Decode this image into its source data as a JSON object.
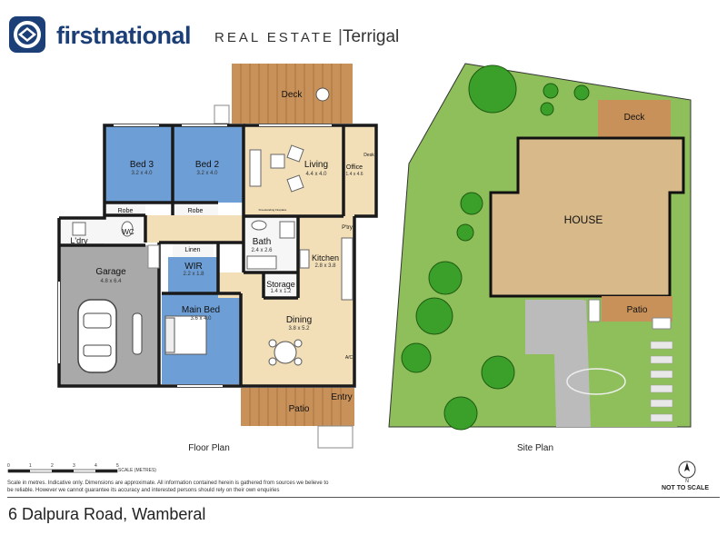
{
  "header": {
    "brand_first": "first",
    "brand_second": "national",
    "tagline": "REAL ESTATE",
    "office": "Terrigal",
    "brand_color": "#1c3f77"
  },
  "floor_plan": {
    "caption": "Floor Plan",
    "rooms": {
      "deck": "Deck",
      "bed3": "Bed 3",
      "bed3_dim": "3.2 x 4.0",
      "bed2": "Bed 2",
      "bed2_dim": "3.2 x 4.0",
      "living": "Living",
      "living_dim": "4.4 x 4.0",
      "office": "Office",
      "office_dim": "1.4 x 4.6",
      "desk": "Desk",
      "robe1": "Robe",
      "robe2": "Robe",
      "ldry": "L'dry",
      "wc": "WC",
      "linen": "Linen",
      "bath": "Bath",
      "bath_dim": "2.4 x 2.6",
      "kitchen": "Kitchen",
      "kitchen_dim": "2.8 x 3.8",
      "pty": "P'try",
      "garage": "Garage",
      "garage_dim": "4.8 x 6.4",
      "wir": "WIR",
      "wir_dim": "2.2 x 1.8",
      "storage": "Storage",
      "storage_dim": "1.4 x 1.2",
      "main_bed": "Main Bed",
      "main_bed_dim": "3.6 x 4.0",
      "dining": "Dining",
      "dining_dim": "3.8 x 5.2",
      "patio": "Patio",
      "entry": "Entry",
      "ac": "A/C",
      "ff": "Freestanding Fireplace"
    }
  },
  "site_plan": {
    "caption": "Site Plan",
    "house": "HOUSE",
    "deck": "Deck",
    "patio": "Patio"
  },
  "scale": {
    "ticks": [
      "0",
      "1",
      "2",
      "3",
      "4",
      "5"
    ],
    "label": "SCALE (METRES)"
  },
  "disclaimer": "Scale in metres. Indicative only. Dimensions are approximate. All information contained herein is gathered from sources we believe to be reliable. However we cannot guarantee its accuracy and interested persons should rely on their own enquiries",
  "north_label": "N",
  "not_to_scale": "NOT TO SCALE",
  "address": "6 Dalpura Road, Wamberal",
  "colors": {
    "bedroom": "#6d9fd6",
    "living": "#f2dfb8",
    "garage": "#a9a9a9",
    "deck": "#c8915a",
    "grass": "#8fbf5a",
    "house": "#d7b98a"
  }
}
